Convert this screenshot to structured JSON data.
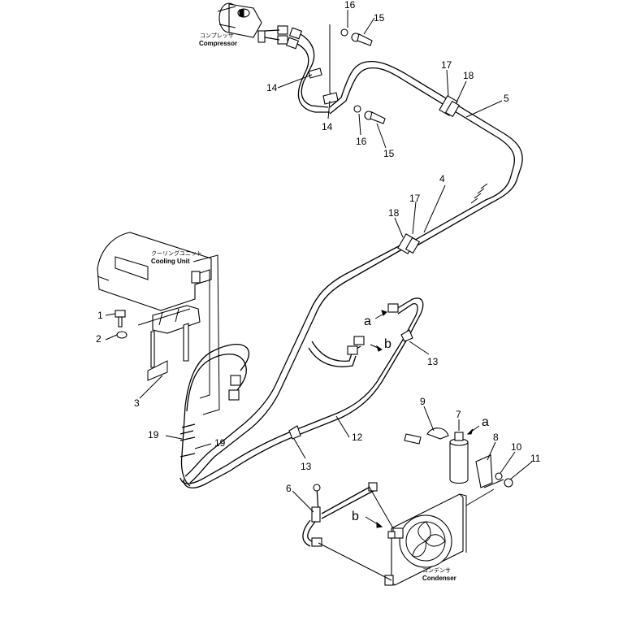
{
  "components": {
    "compressor": {
      "jp": "コンプレッサ",
      "en": "Compressor"
    },
    "cooling_unit": {
      "jp": "クーリングユニット",
      "en": "Cooling Unit"
    },
    "condenser": {
      "jp": "コンデンサ",
      "en": "Condenser"
    }
  },
  "callouts": {
    "c1": "1",
    "c2": "2",
    "c3": "3",
    "c4": "4",
    "c5": "5",
    "c6": "6",
    "c7": "7",
    "c8": "8",
    "c9": "9",
    "c10": "10",
    "c11": "11",
    "c12": "12",
    "c13a": "13",
    "c13b": "13",
    "c14a": "14",
    "c14b": "14",
    "c15a": "15",
    "c15b": "15",
    "c16a": "16",
    "c16b": "16",
    "c17a": "17",
    "c17b": "17",
    "c18a": "18",
    "c18b": "18",
    "c19a": "19",
    "c19b": "19",
    "a1": "a",
    "a2": "a",
    "b1": "b",
    "b2": "b"
  }
}
